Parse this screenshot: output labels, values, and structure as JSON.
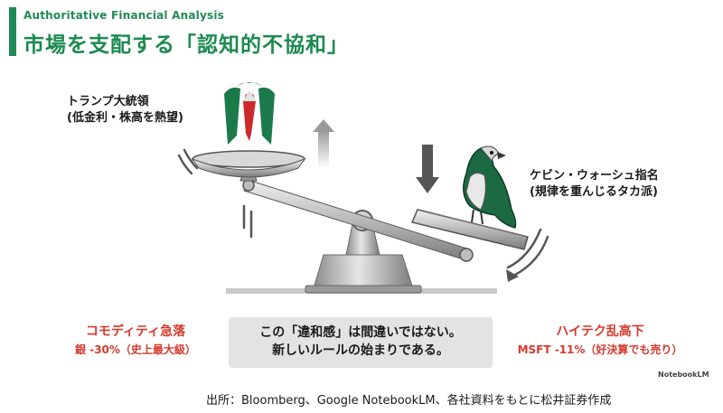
{
  "header": {
    "subtitle": "Authoritative Financial Analysis",
    "title": "市場を支配する「認知的不協和」"
  },
  "left_figure": {
    "name": "トランプ大統領",
    "desc": "(低金利・株高を熱望)"
  },
  "right_figure": {
    "name": "ケビン・ウォーシュ指名",
    "desc": "(規律を重んじるタカ派)"
  },
  "left_caption": {
    "head": "コモディティ急落",
    "sub": "銀 -30%（史上最大級）"
  },
  "right_caption": {
    "head": "ハイテク乱高下",
    "sub": "MSFT -11%（好決算でも売り）"
  },
  "message": {
    "line1": "この「違和感」は間違いではない。",
    "line2": "新しいルールの始まりである。"
  },
  "watermark": "NotebookLM",
  "source": "出所：Bloomberg、Google NotebookLM、各社資料をもとに松井証券作成",
  "colors": {
    "brand_green": "#1f8a55",
    "alert_red": "#d63a2c"
  }
}
